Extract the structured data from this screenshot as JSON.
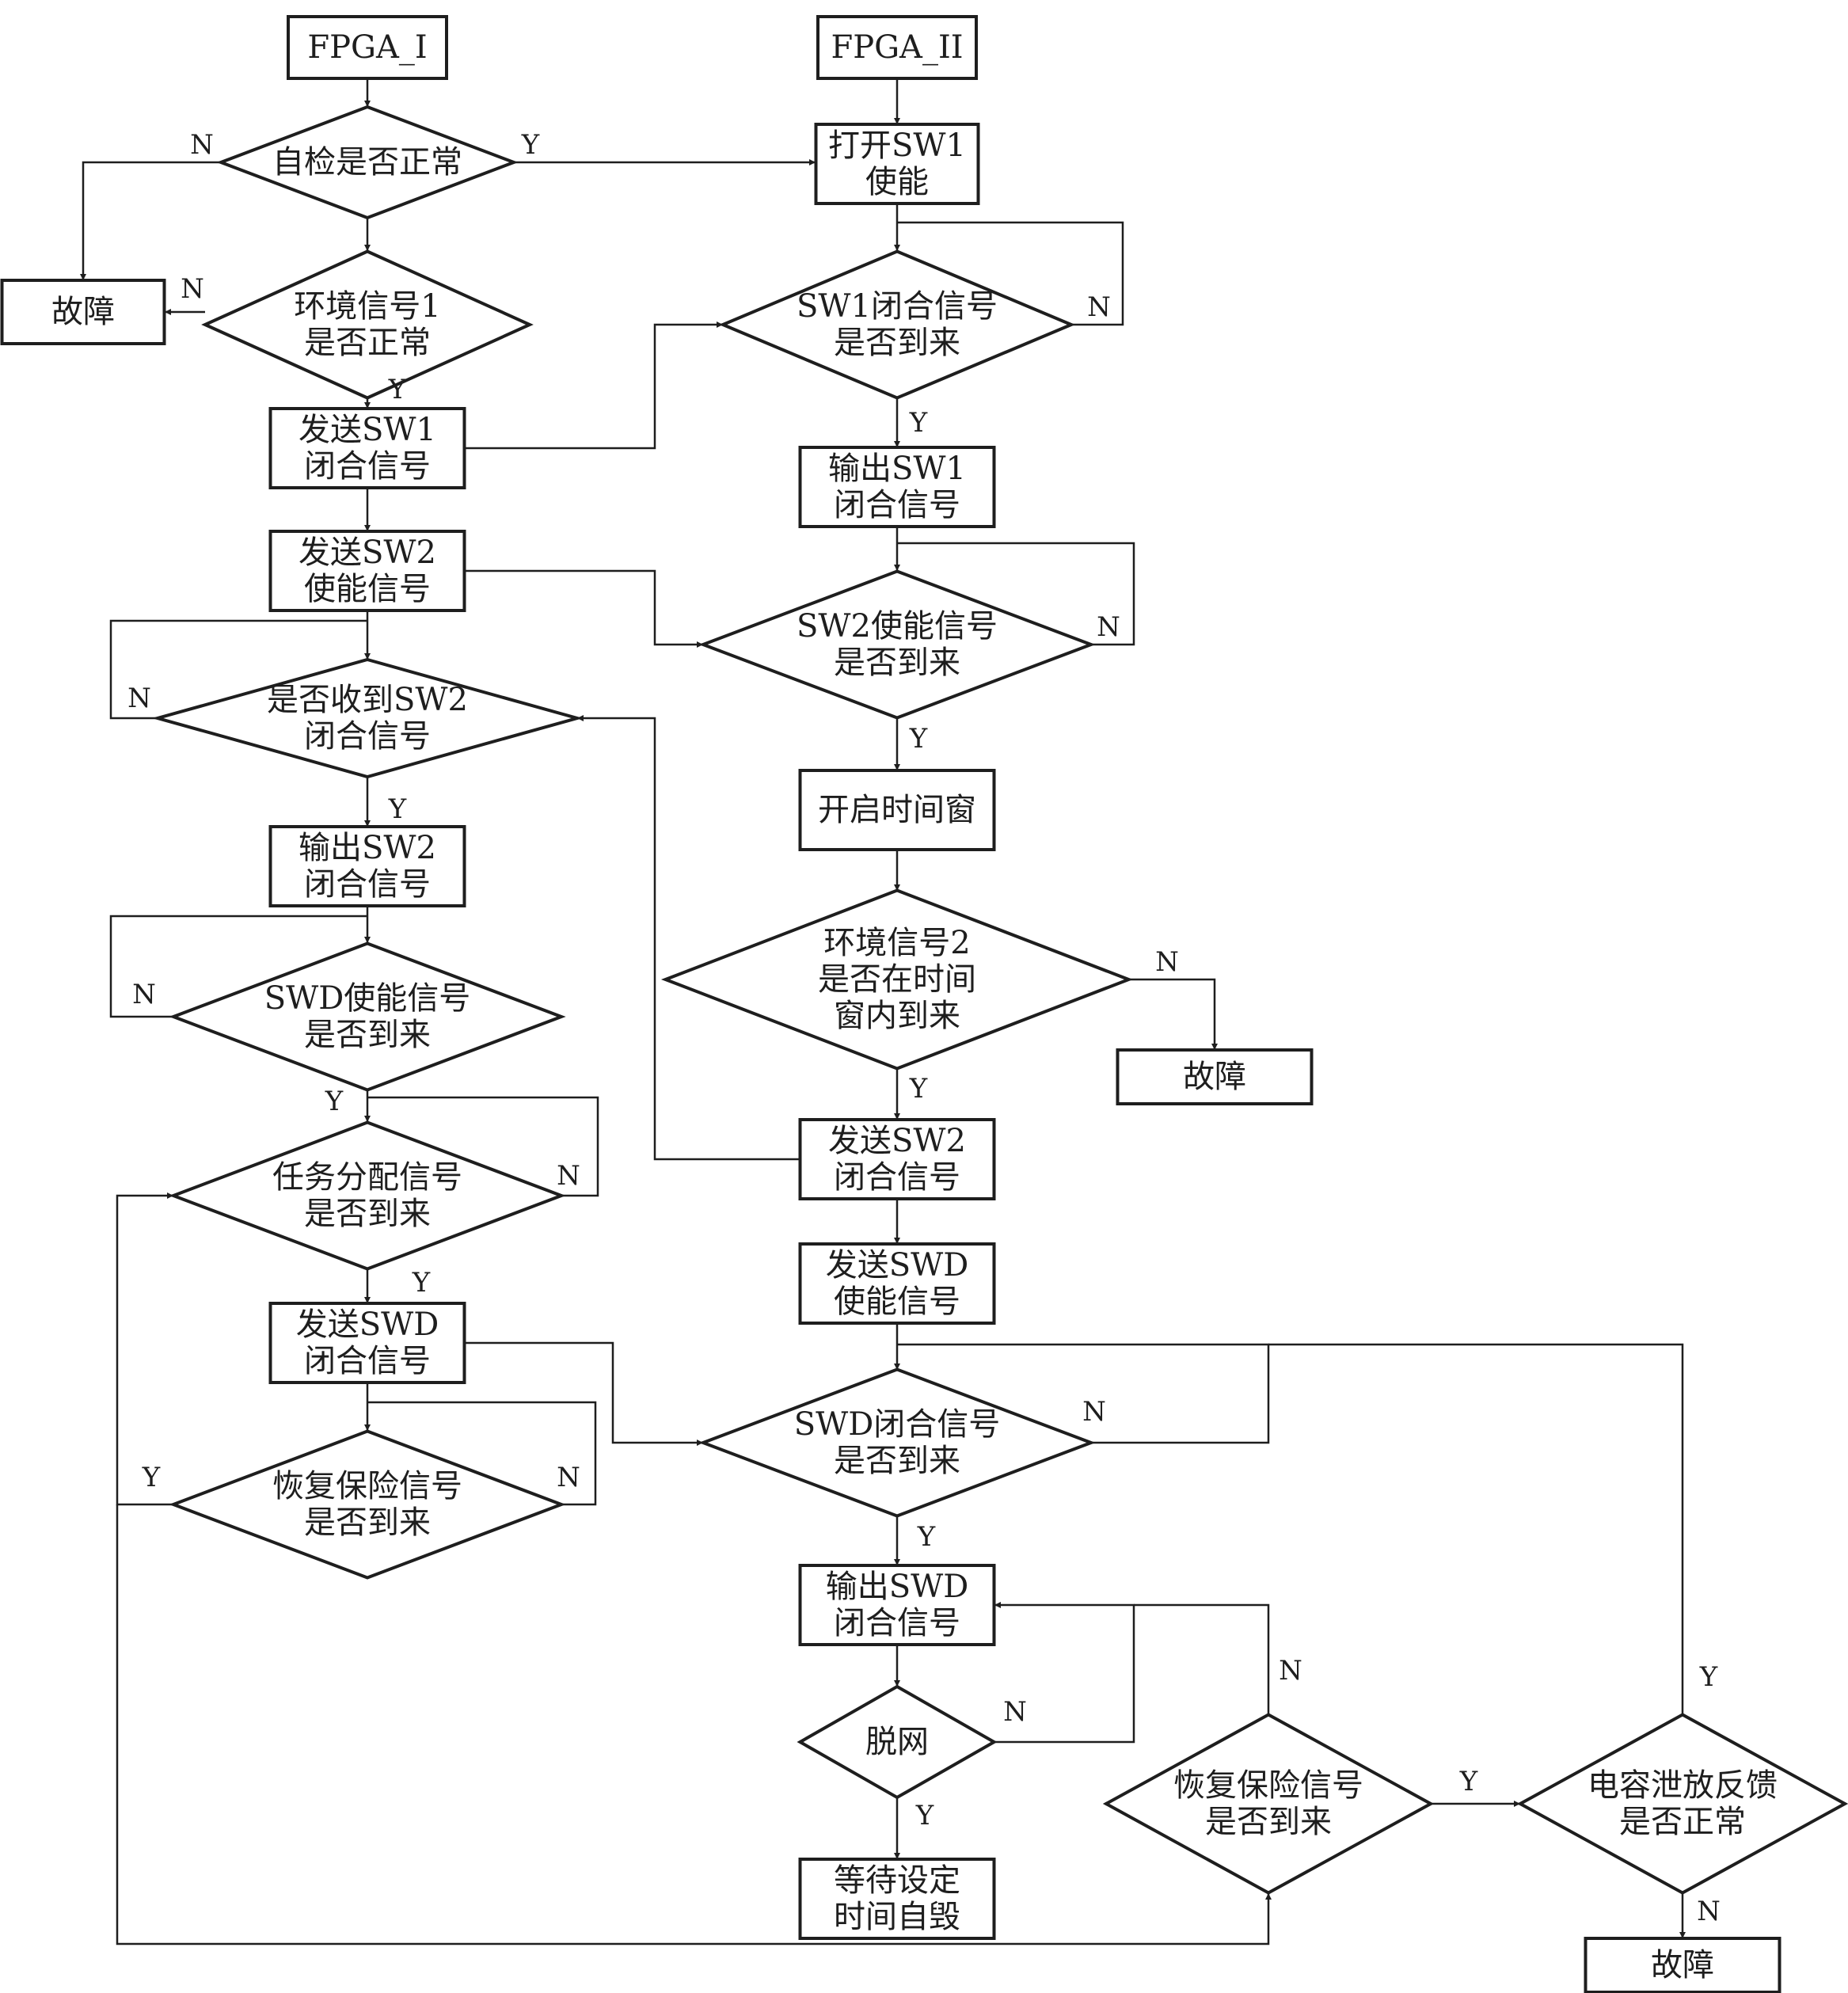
{
  "nodes": {
    "fpga1": {
      "lines": [
        "FPGA_I"
      ]
    },
    "sc": {
      "lines": [
        "自检是否正常"
      ]
    },
    "env1": {
      "lines": [
        "环境信号1",
        "是否正常"
      ]
    },
    "fault1": {
      "lines": [
        "故障"
      ]
    },
    "ssw1": {
      "lines": [
        "发送SW1",
        "闭合信号"
      ]
    },
    "ssw2en": {
      "lines": [
        "发送SW2",
        "使能信号"
      ]
    },
    "rsw2": {
      "lines": [
        "是否收到SW2",
        "闭合信号"
      ]
    },
    "osw2": {
      "lines": [
        "输出SW2",
        "闭合信号"
      ]
    },
    "swden": {
      "lines": [
        "SWD使能信号",
        "是否到来"
      ]
    },
    "task": {
      "lines": [
        "任务分配信号",
        "是否到来"
      ]
    },
    "sswd": {
      "lines": [
        "发送SWD",
        "闭合信号"
      ]
    },
    "rec1": {
      "lines": [
        "恢复保险信号",
        "是否到来"
      ]
    },
    "fpga2": {
      "lines": [
        "FPGA_II"
      ]
    },
    "osw1en": {
      "lines": [
        "打开SW1",
        "使能"
      ]
    },
    "sw1c": {
      "lines": [
        "SW1闭合信号",
        "是否到来"
      ]
    },
    "osw1": {
      "lines": [
        "输出SW1",
        "闭合信号"
      ]
    },
    "sw2en": {
      "lines": [
        "SW2使能信号",
        "是否到来"
      ]
    },
    "win": {
      "lines": [
        "开启时间窗"
      ]
    },
    "env2": {
      "lines": [
        "环境信号2",
        "是否在时间",
        "窗内到来"
      ]
    },
    "fault2": {
      "lines": [
        "故障"
      ]
    },
    "ssw2c": {
      "lines": [
        "发送SW2",
        "闭合信号"
      ]
    },
    "sswden": {
      "lines": [
        "发送SWD",
        "使能信号"
      ]
    },
    "swdc": {
      "lines": [
        "SWD闭合信号",
        "是否到来"
      ]
    },
    "oswd": {
      "lines": [
        "输出SWD",
        "闭合信号"
      ]
    },
    "off": {
      "lines": [
        "脱网"
      ]
    },
    "wait": {
      "lines": [
        "等待设定",
        "时间自毁"
      ]
    },
    "rec2": {
      "lines": [
        "恢复保险信号",
        "是否到来"
      ]
    },
    "cap": {
      "lines": [
        "电容泄放反馈",
        "是否正常"
      ]
    },
    "fault3": {
      "lines": [
        "故障"
      ]
    }
  },
  "labels": {
    "yes": "Y",
    "no": "N"
  }
}
